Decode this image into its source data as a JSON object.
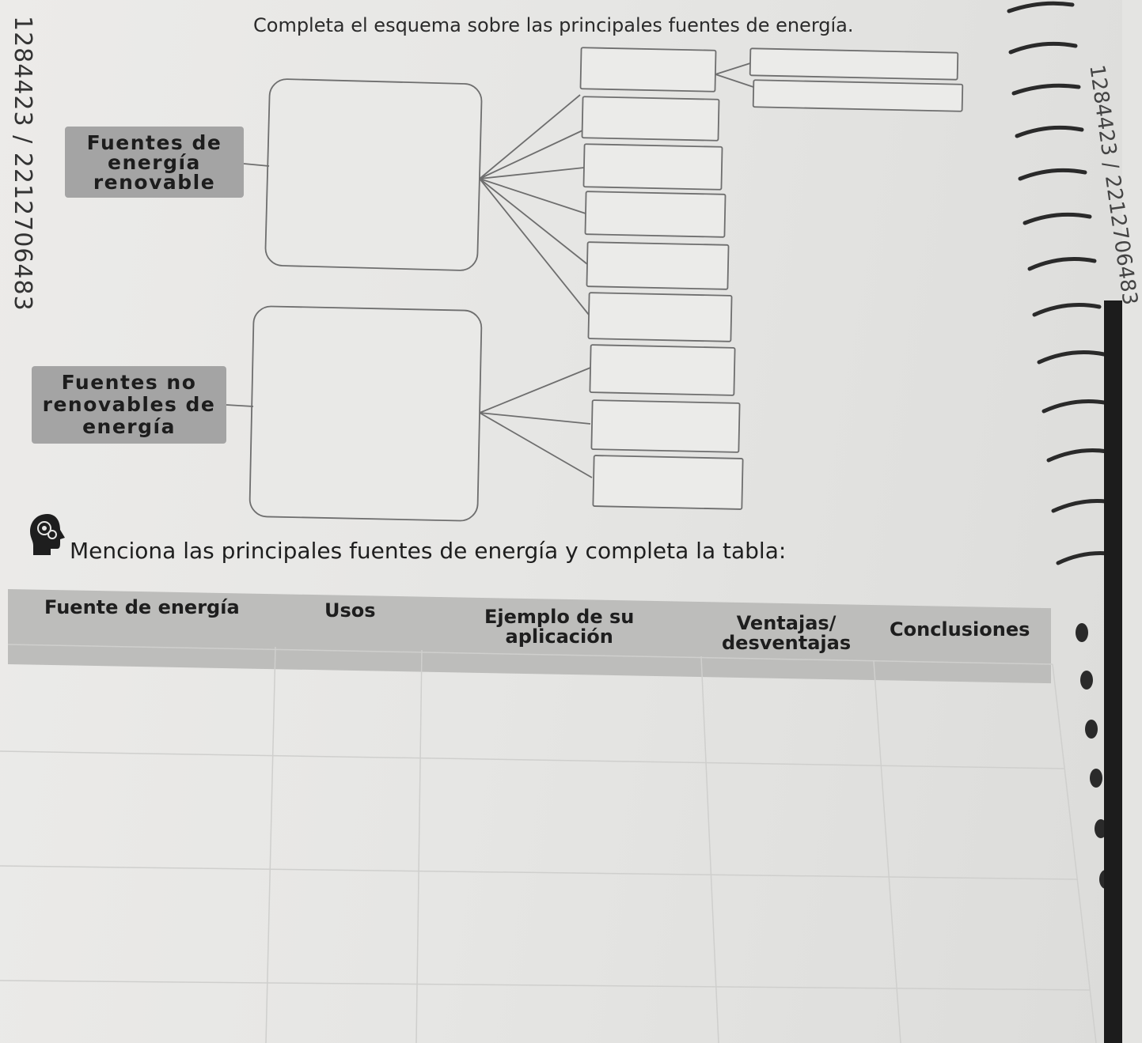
{
  "instruction_top": "Completa el esquema sobre las principales fuentes de energía.",
  "margin_code_left": "1284423 / 2212706483",
  "margin_code_right": "1284423 / 2212706483",
  "renewable_label": [
    "Fuentes de",
    "energía",
    "renovable"
  ],
  "nonrenewable_label": [
    "Fuentes no",
    "renovables de",
    "energía"
  ],
  "instruction_table": "Menciona las principales fuentes de energía y completa la tabla:",
  "table": {
    "headers": [
      [
        "Fuente de energía"
      ],
      [
        "Usos"
      ],
      [
        "Ejemplo de su",
        "aplicación"
      ],
      [
        "Ventajas/",
        "desventajas"
      ],
      [
        "Conclusiones"
      ]
    ],
    "rows": [
      [
        "",
        "",
        "",
        "",
        ""
      ],
      [
        "",
        "",
        "",
        "",
        ""
      ],
      [
        "",
        "",
        "",
        "",
        ""
      ]
    ]
  },
  "colors": {
    "label_fill": "#a4a4a4",
    "header_fill": "#bdbdbb",
    "line": "#6e6e6e"
  },
  "icons": [
    "head-gears-icon",
    "spiral-binding"
  ]
}
